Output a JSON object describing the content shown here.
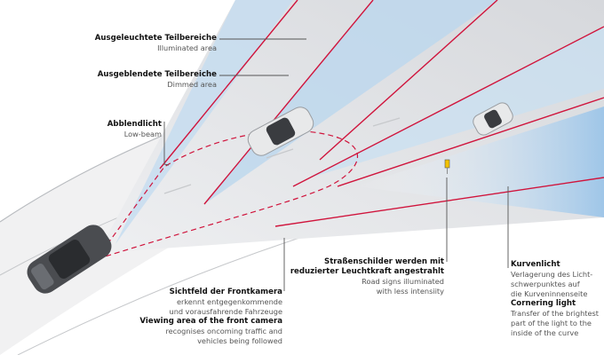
{
  "labels": {
    "illuminated": {
      "de": "Ausgeleuchtete Teilbereiche",
      "en": "Illuminated area"
    },
    "dimmed": {
      "de": "Ausgeblendete Teilbereiche",
      "en": "Dimmed area"
    },
    "low_beam": {
      "de": "Abblendlicht",
      "en": "Low-beam"
    },
    "camera": {
      "de": "Sichtfeld der Frontkamera",
      "de_sub1": "erkennt entgegenkommende",
      "de_sub2": "und vorausfahrende Fahrzeuge",
      "en": "Viewing area of the front camera",
      "en_sub1": "recognises oncoming traffic and",
      "en_sub2": "vehicles being followed"
    },
    "road_signs": {
      "de1": "Straßenschilder werden mit",
      "de2": "reduzierter Leuchtkraft angestrahlt",
      "en1": "Road signs illuminated",
      "en2": "with less intensiity"
    },
    "cornering": {
      "de": "Kurvenlicht",
      "de_sub1": "Verlagerung des Licht-",
      "de_sub2": "schwerpunktes auf",
      "de_sub3": "die Kurveninnenseite",
      "en": "Cornering light",
      "en_sub1": "Transfer of the brightest",
      "en_sub2": "part of the light to the",
      "en_sub3": "inside of the curve"
    }
  },
  "colors": {
    "beam_red": "#d0143c",
    "illuminated_blue": "#a9cdea",
    "beam_grey": "#dcdde0",
    "sign_yellow": "#f2c200"
  }
}
